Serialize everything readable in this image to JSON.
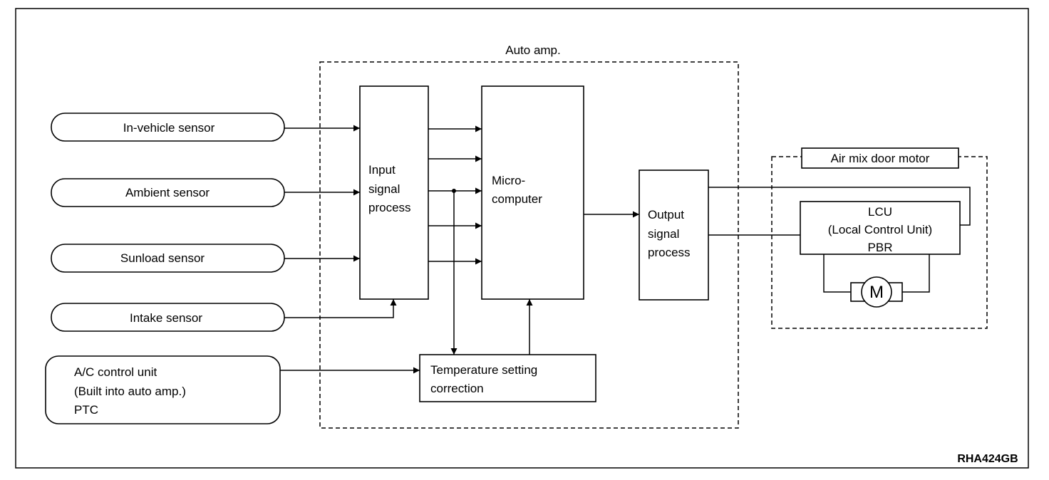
{
  "diagram": {
    "frame_label": "Auto amp.",
    "sensors": {
      "in_vehicle": "In-vehicle sensor",
      "ambient": "Ambient sensor",
      "sunload": "Sunload sensor",
      "intake": "Intake sensor"
    },
    "ac_control_unit": {
      "line1": "A/C control unit",
      "line2": "(Built into auto amp.)",
      "line3": "PTC"
    },
    "input_signal_process": {
      "line1": "Input",
      "line2": "signal",
      "line3": "process"
    },
    "microcomputer": {
      "line1": "Micro-",
      "line2": "computer"
    },
    "output_signal_process": {
      "line1": "Output",
      "line2": "signal",
      "line3": "process"
    },
    "temperature_setting_correction": {
      "line1": "Temperature setting",
      "line2": "correction"
    },
    "air_mix_door_motor": {
      "title": "Air mix door motor",
      "lcu_line1": "LCU",
      "lcu_line2": "(Local Control Unit)",
      "lcu_line3": "PBR",
      "motor_symbol": "M"
    },
    "figure_code": "RHA424GB"
  }
}
